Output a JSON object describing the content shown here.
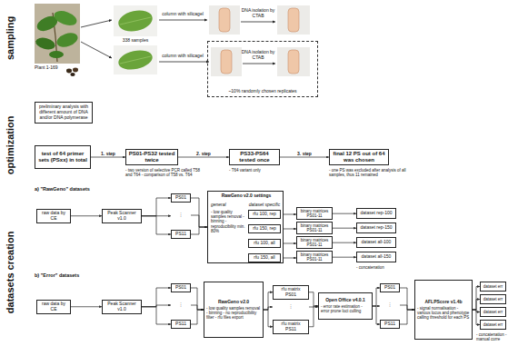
{
  "diagram": {
    "nodes": [
      {
        "text": [
          "~10% randomly chosen replicates"
        ]
      },
      {
        "text": [
          "preliminary analysis with different amount of DNA and/or DNA polymerase"
        ]
      },
      {
        "text": [
          "test of 64 primer sets (PSxx) in total"
        ]
      },
      {
        "text": [
          "PS01-PS32 tested twice"
        ]
      },
      {
        "text": [
          "PS33-PS64 tested once"
        ]
      },
      {
        "text": [
          "final 12 PS out of 64 was chosen"
        ]
      },
      {
        "text": [
          "raw data by CE"
        ]
      },
      {
        "text": [
          "Peak Scanner v1.0"
        ]
      },
      {
        "text": [
          "PS01"
        ]
      },
      {
        "text": [
          "⋮"
        ]
      },
      {
        "text": [
          "PS11"
        ]
      },
      {
        "text": [
          "RawGeno v2.0 settings",
          "general",
          "dataset specific",
          "- low quality samples removal - binning - reproducibility min. 80%"
        ]
      },
      {
        "text": [
          "rfu 100, rep"
        ],
        "in": 11
      },
      {
        "text": [
          "rfu 150, rep"
        ],
        "in": 11
      },
      {
        "text": [
          "rfu 100, all"
        ],
        "in": 11
      },
      {
        "text": [
          "rfu 150, all"
        ],
        "in": 11
      },
      {
        "text": [
          "binary matrices PS01-11"
        ]
      },
      {
        "text": [
          "binary matrices PS01-11"
        ]
      },
      {
        "text": [
          "binary matrices PS01-11"
        ]
      },
      {
        "text": [
          "binary matrices PS01-11"
        ]
      },
      {
        "text": [
          "dataset rep-100"
        ]
      },
      {
        "text": [
          "dataset rep-150"
        ]
      },
      {
        "text": [
          "dataset all-100"
        ]
      },
      {
        "text": [
          "dataset all-150"
        ]
      },
      {
        "text": [
          "raw data by CE"
        ]
      },
      {
        "text": [
          "Peak Scanner v1.0"
        ]
      },
      {
        "text": [
          "PS01"
        ]
      },
      {
        "text": [
          "⋮"
        ]
      },
      {
        "text": [
          "PS11"
        ]
      },
      {
        "text": [
          "RawGeno v2.0",
          "- low quality samples removal - binning - no reproducibility filter - rfu files export"
        ]
      },
      {
        "text": [
          "rfu matrix PS01"
        ]
      },
      {
        "text": [
          "⋮"
        ]
      },
      {
        "text": [
          "rfu matrix PS11"
        ]
      },
      {
        "text": [
          "Open Office v4.0.1",
          "- error rate estimation - error prone loci culling"
        ]
      },
      {
        "text": [
          "PS01"
        ]
      },
      {
        "text": [
          "⋮"
        ]
      },
      {
        "text": [
          "PS11"
        ]
      },
      {
        "text": [
          "AFLPScore v1.4b",
          "- signal normalisation - various locus and phenotype calling threshold for each PS"
        ]
      },
      {
        "text": [
          "dataset err"
        ]
      },
      {
        "text": [
          "dataset err"
        ]
      },
      {
        "text": [
          "dataset err"
        ]
      },
      {
        "text": [
          "dataset err"
        ]
      }
    ],
    "edges": [
      {
        "from": 2,
        "to": 3,
        "label": "1. step",
        "arrow": "to"
      },
      {
        "from": 3,
        "to": 4,
        "label": "2. step",
        "arrow": "to"
      },
      {
        "from": 4,
        "to": 5,
        "label": "3. step",
        "arrow": "to"
      },
      {
        "from": 6,
        "to": 7,
        "arrow": "to"
      },
      {
        "from": 7,
        "to": 8,
        "arrow": "to"
      },
      {
        "from": 7,
        "to": 9,
        "arrow": "to"
      },
      {
        "from": 7,
        "to": 10,
        "arrow": "to"
      },
      {
        "from": 8,
        "to": 11,
        "arrow": "to"
      },
      {
        "from": 9,
        "to": 11,
        "arrow": "to"
      },
      {
        "from": 10,
        "to": 11,
        "arrow": "to"
      },
      {
        "from": 12,
        "to": 16,
        "arrow": "to"
      },
      {
        "from": 13,
        "to": 17,
        "arrow": "to"
      },
      {
        "from": 14,
        "to": 18,
        "arrow": "to"
      },
      {
        "from": 15,
        "to": 19,
        "arrow": "to"
      },
      {
        "from": 16,
        "to": 20,
        "arrow": "to"
      },
      {
        "from": 17,
        "to": 21,
        "arrow": "to"
      },
      {
        "from": 18,
        "to": 22,
        "arrow": "to"
      },
      {
        "from": 19,
        "to": 23,
        "arrow": "to"
      },
      {
        "from": 24,
        "to": 25,
        "arrow": "to"
      },
      {
        "from": 25,
        "to": 26,
        "arrow": "to"
      },
      {
        "from": 25,
        "to": 27,
        "arrow": "to"
      },
      {
        "from": 25,
        "to": 28,
        "arrow": "to"
      },
      {
        "from": 26,
        "to": 29,
        "arrow": "to"
      },
      {
        "from": 27,
        "to": 29,
        "arrow": "to"
      },
      {
        "from": 28,
        "to": 29,
        "arrow": "to"
      },
      {
        "from": 29,
        "to": 30,
        "arrow": "to"
      },
      {
        "from": 29,
        "to": 31,
        "arrow": "to"
      },
      {
        "from": 29,
        "to": 32,
        "arrow": "to"
      },
      {
        "from": 30,
        "to": 33,
        "arrow": "to"
      },
      {
        "from": 31,
        "to": 33,
        "arrow": "to"
      },
      {
        "from": 32,
        "to": 33,
        "arrow": "to"
      },
      {
        "from": 33,
        "to": 34,
        "arrow": "to"
      },
      {
        "from": 33,
        "to": 35,
        "arrow": "to"
      },
      {
        "from": 33,
        "to": 36,
        "arrow": "to"
      },
      {
        "from": 34,
        "to": 37,
        "arrow": "to"
      },
      {
        "from": 35,
        "to": 37,
        "arrow": "to"
      },
      {
        "from": 36,
        "to": 37,
        "arrow": "to"
      },
      {
        "from": 37,
        "to": 38,
        "arrow": "to"
      },
      {
        "from": 37,
        "to": 39,
        "arrow": "to"
      },
      {
        "from": 37,
        "to": 40,
        "arrow": "to"
      },
      {
        "from": 37,
        "to": 41,
        "arrow": "to"
      }
    ],
    "labels": [
      "sampling",
      "Plant 1-169",
      "338 samples",
      "column with silicagel",
      "DNA isolation by CTAB",
      "column with silicagel",
      "DNA isolation by CTAB",
      "optimization",
      "- two version of selective PCR called T58 and T64 - comparison of T58 vs. T64",
      "- T64 variant only",
      "- one PS was excluded after analysis of all samples, thus 11 remained",
      "datasets creation",
      "a) \"RawGeno\" datasets",
      "- concatenation",
      "b) \"Error\" datasets",
      "- concatenation - manual corre"
    ]
  }
}
